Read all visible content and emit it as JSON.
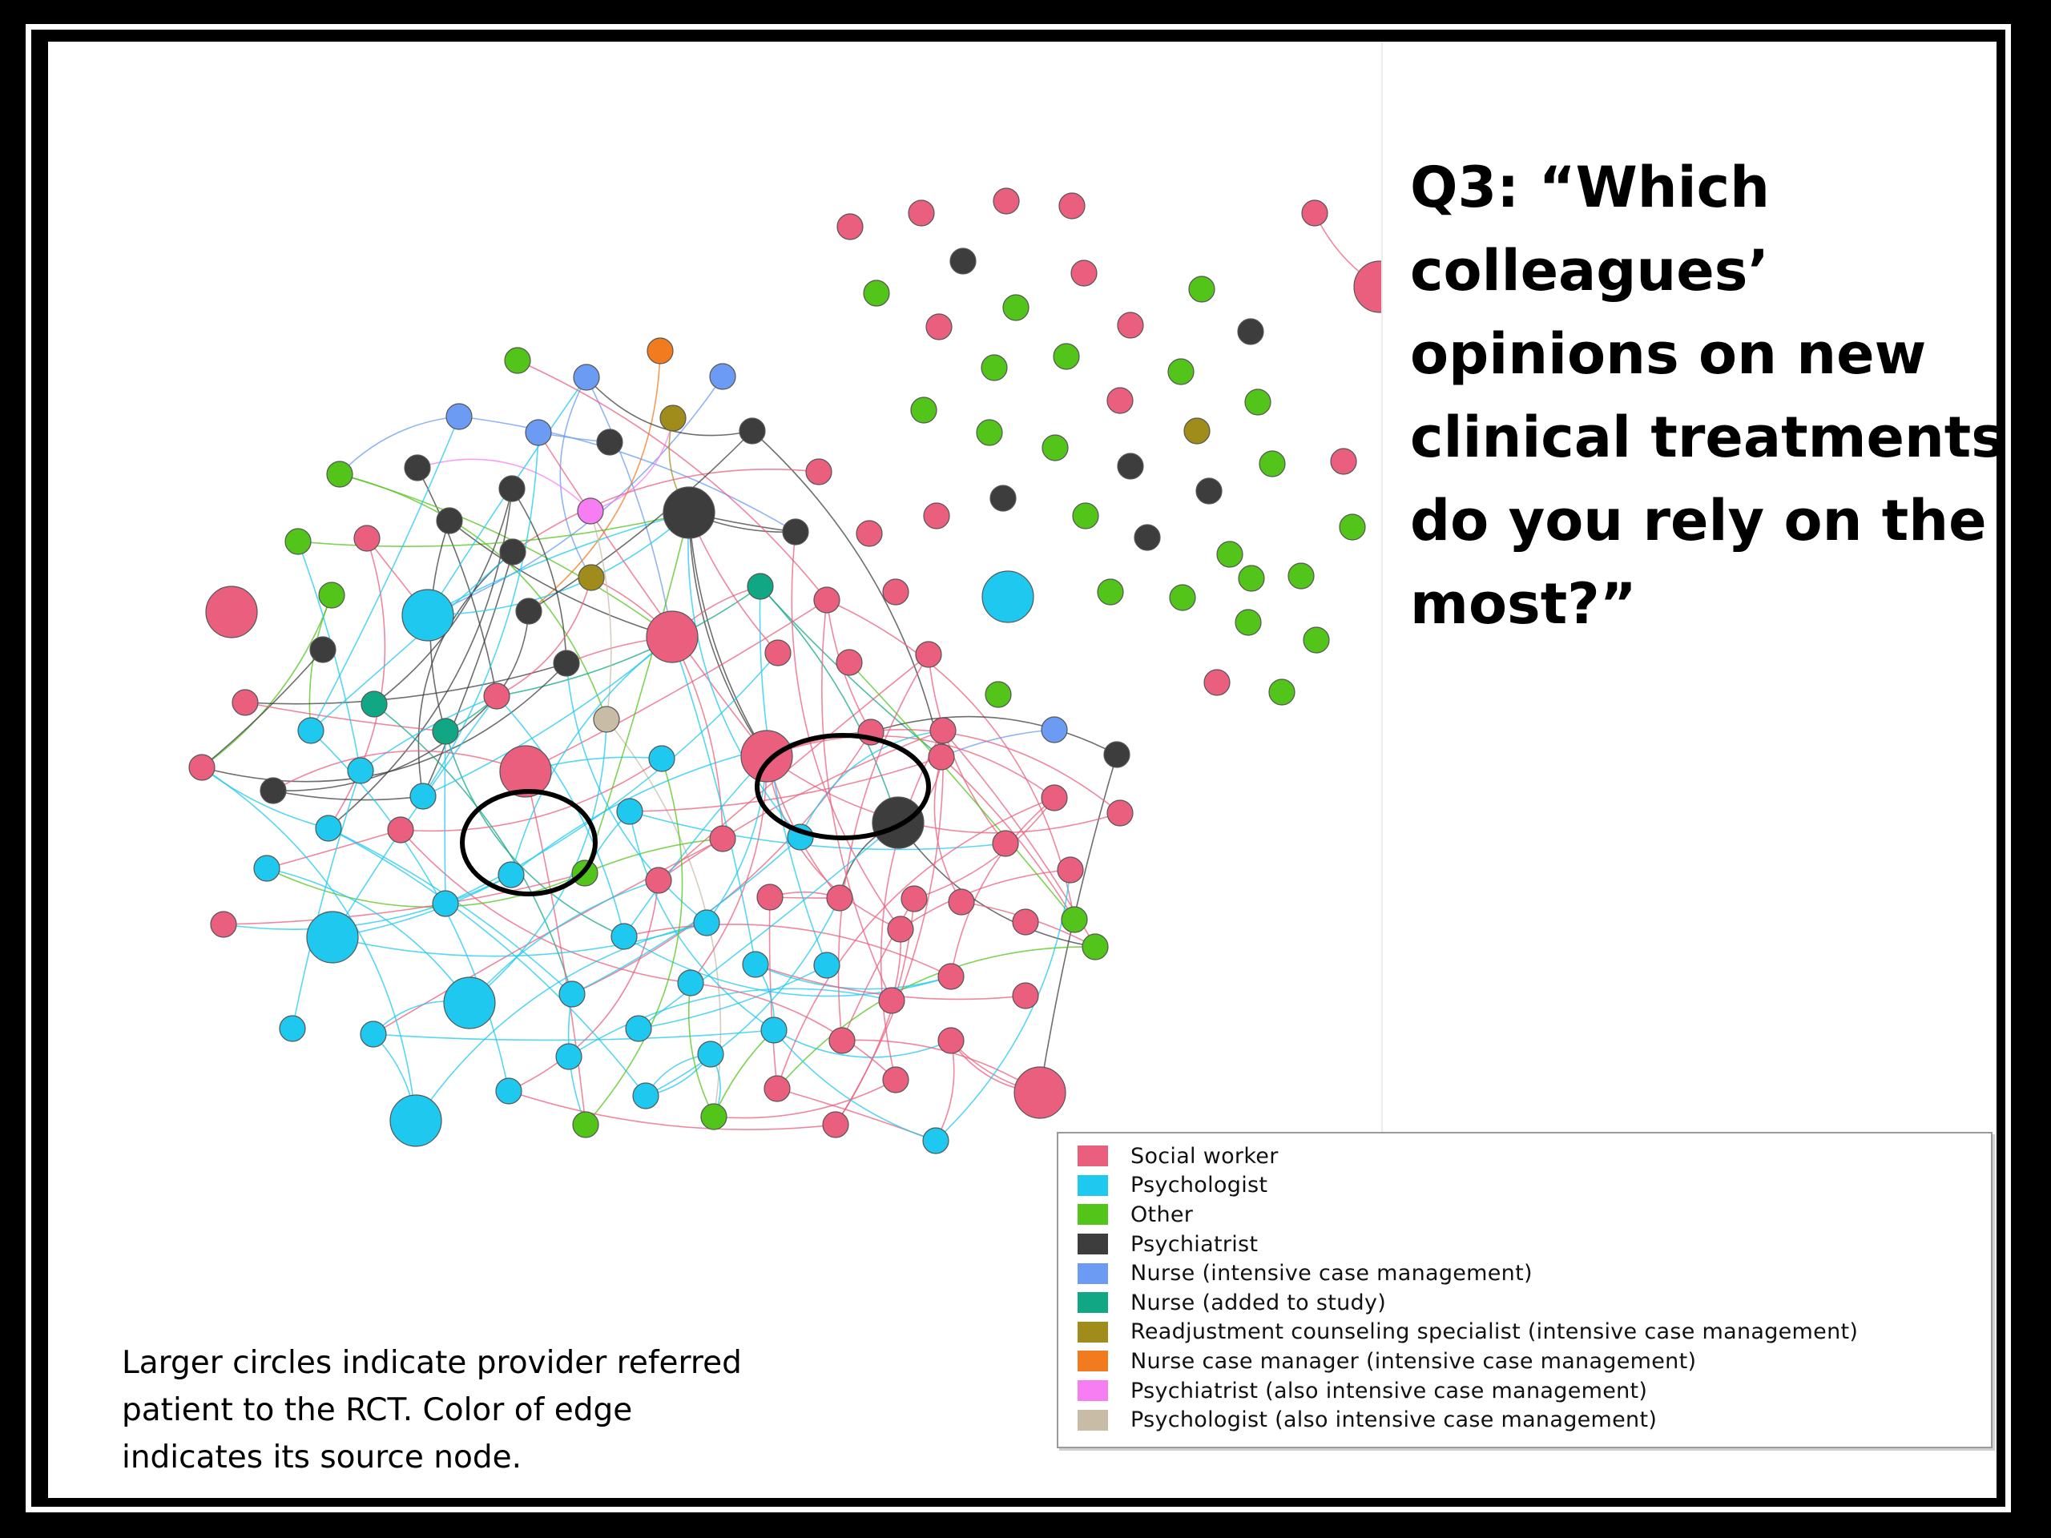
{
  "question": {
    "lines": [
      "Q3: “Which",
      "colleagues’",
      "opinions on new",
      "clinical treatments",
      "do you rely on the",
      "most?”"
    ]
  },
  "caption": {
    "lines": [
      "Larger circles indicate provider referred",
      "patient to the RCT. Color of edge",
      "indicates its source node."
    ]
  },
  "colors": {
    "social": "#ea5f7e",
    "psych": "#1ec8ef",
    "other": "#52c41a",
    "psychiatrist": "#3d3d3d",
    "nurse_icm": "#6b9bf2",
    "nurse_study": "#12a784",
    "readjust": "#a08c1a",
    "ncm": "#f27a1f",
    "psychiatrist_icm": "#f77ef2",
    "psych_icm": "#c9bca7"
  },
  "legend": {
    "items": [
      {
        "label": "Social worker",
        "color": "#ea5f7e",
        "icon": "square-swatch"
      },
      {
        "label": "Psychologist",
        "color": "#1ec8ef",
        "icon": "square-swatch"
      },
      {
        "label": "Other",
        "color": "#52c41a",
        "icon": "square-swatch"
      },
      {
        "label": "Psychiatrist",
        "color": "#3d3d3d",
        "icon": "square-swatch"
      },
      {
        "label": "Nurse (intensive case management)",
        "color": "#6b9bf2",
        "icon": "square-swatch"
      },
      {
        "label": "Nurse (added to study)",
        "color": "#12a784",
        "icon": "square-swatch"
      },
      {
        "label": "Readjustment counseling specialist (intensive case management)",
        "color": "#a08c1a",
        "icon": "square-swatch"
      },
      {
        "label": "Nurse case manager (intensive case management)",
        "color": "#f27a1f",
        "icon": "square-swatch"
      },
      {
        "label": "Psychiatrist (also intensive case management)",
        "color": "#f77ef2",
        "icon": "square-swatch"
      },
      {
        "label": "Psychologist (also intensive case management)",
        "color": "#c9bca7",
        "icon": "square-swatch"
      }
    ]
  }
}
